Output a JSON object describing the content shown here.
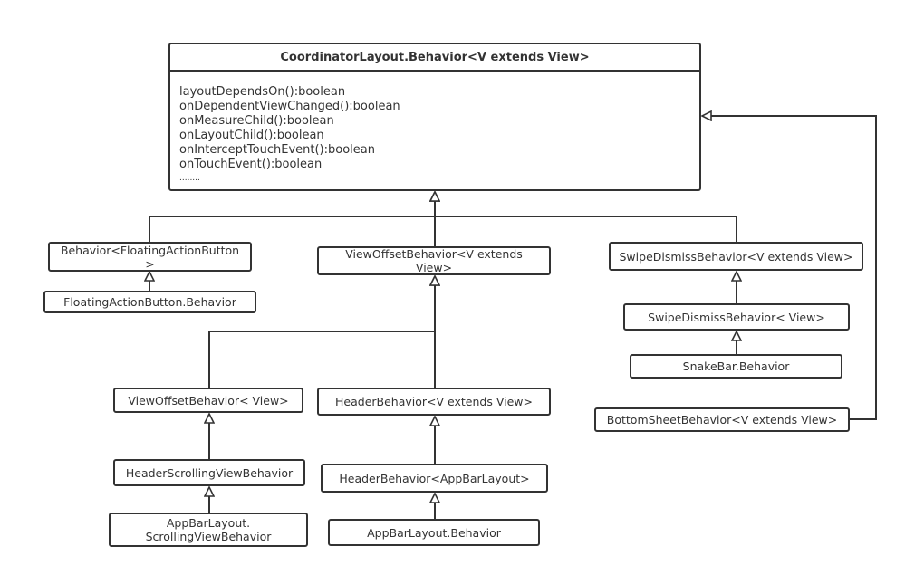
{
  "base": {
    "title": "CoordinatorLayout.Behavior<V extends View>",
    "methods": [
      "layoutDependsOn():boolean",
      "onDependentViewChanged():boolean",
      "onMeasureChild():boolean",
      "onLayoutChild():boolean",
      "onInterceptTouchEvent():boolean",
      "onTouchEvent():boolean",
      "........"
    ]
  },
  "classes": {
    "fab_behavior_generic": "Behavior<FloatingActionButton\n>",
    "fab_behavior": "FloatingActionButton.Behavior",
    "view_offset_generic": "ViewOffsetBehavior<V extends\nView>",
    "swipe_dismiss_generic": "SwipeDismissBehavior<V extends View>",
    "swipe_dismiss_view": "SwipeDismissBehavior< View>",
    "snakebar_behavior": "SnakeBar.Behavior",
    "bottom_sheet": "BottomSheetBehavior<V extends View>",
    "view_offset_view": "ViewOffsetBehavior< View>",
    "header_scrolling": "HeaderScrollingViewBehavior",
    "appbar_scrolling": "AppBarLayout.\nScrollingViewBehavior",
    "header_generic": "HeaderBehavior<V extends View>",
    "header_appbar": "HeaderBehavior<AppBarLayout>",
    "appbar_behavior": "AppBarLayout.Behavior"
  }
}
